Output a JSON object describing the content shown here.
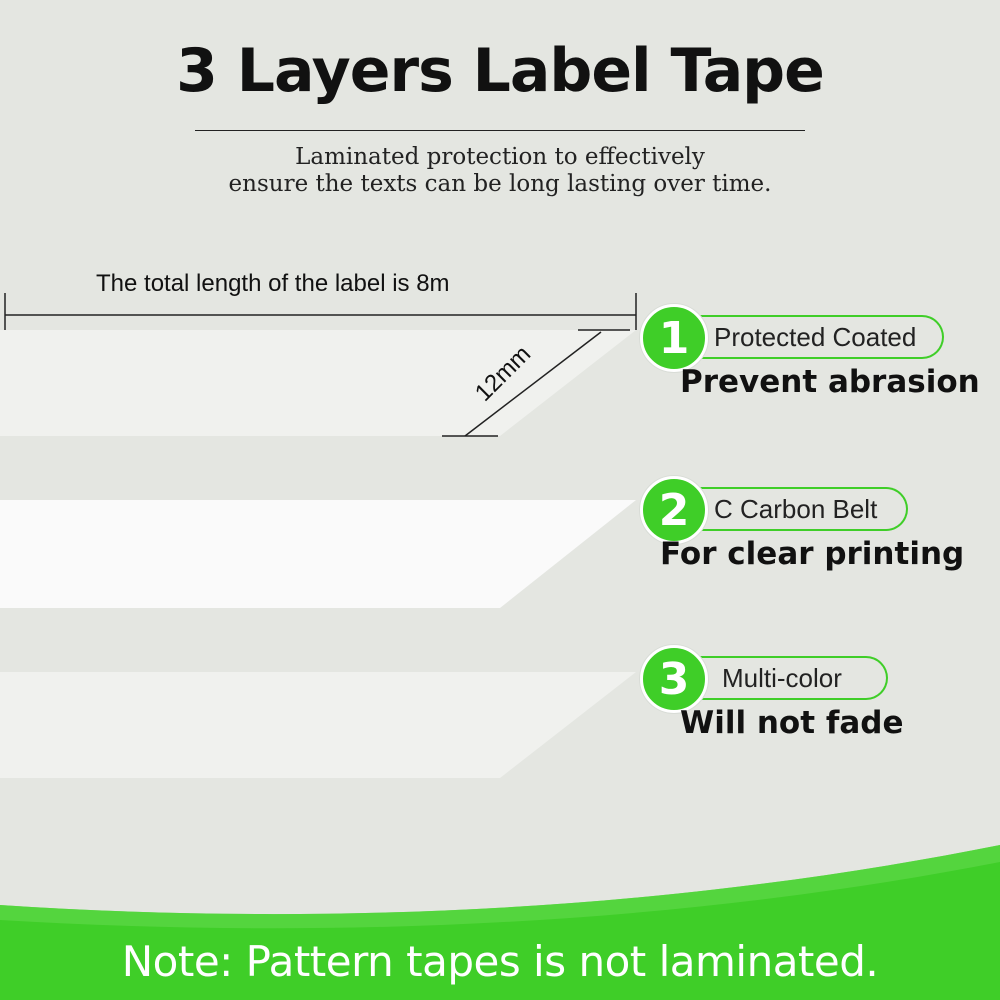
{
  "header": {
    "title": "3 Layers Label Tape",
    "subtitle_line1": "Laminated protection to effectively",
    "subtitle_line2": "ensure the texts can be long lasting over time."
  },
  "dimensions": {
    "length_label": "The total length of the label is 8m",
    "width_label": "12mm"
  },
  "layers": [
    {
      "number": "1",
      "name": "Protected Coated",
      "benefit": "Prevent abrasion"
    },
    {
      "number": "2",
      "name": "C Carbon Belt",
      "benefit": "For clear printing"
    },
    {
      "number": "3",
      "name": "Multi-color",
      "benefit": "Will not fade"
    }
  ],
  "footer": {
    "note": "Note: Pattern tapes is not laminated."
  },
  "colors": {
    "accent_green": "#3fce28",
    "background": "#e4e6e1"
  }
}
